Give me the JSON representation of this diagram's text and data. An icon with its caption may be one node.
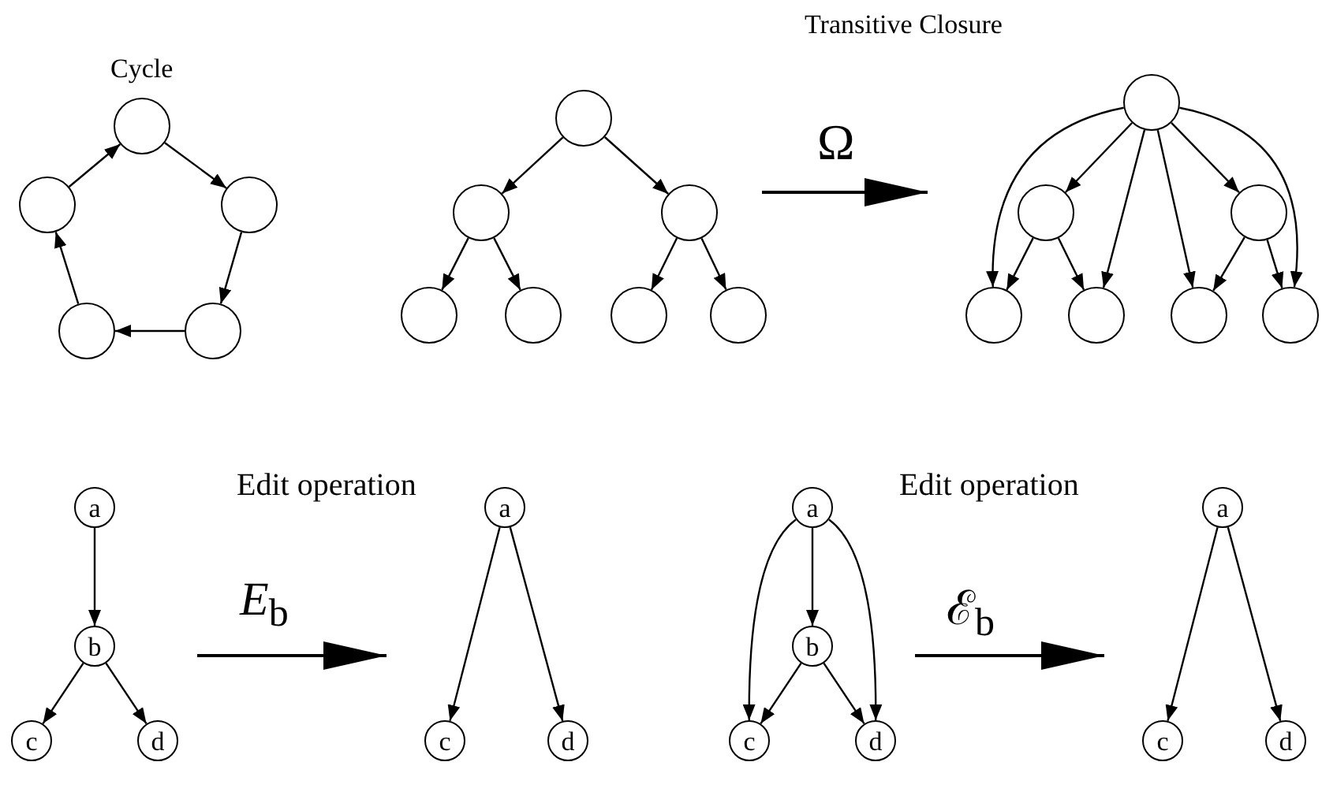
{
  "diagram": {
    "nodes": [
      {
        "text": [],
        "shape": "circle"
      },
      {
        "text": [],
        "shape": "circle"
      },
      {
        "text": [],
        "shape": "circle"
      },
      {
        "text": [],
        "shape": "circle"
      },
      {
        "text": [],
        "shape": "circle"
      },
      {
        "text": [],
        "shape": "circle"
      },
      {
        "text": [],
        "shape": "circle"
      },
      {
        "text": [],
        "shape": "circle"
      },
      {
        "text": [],
        "shape": "circle"
      },
      {
        "text": [],
        "shape": "circle"
      },
      {
        "text": [],
        "shape": "circle"
      },
      {
        "text": [],
        "shape": "circle"
      },
      {
        "text": [],
        "shape": "circle"
      },
      {
        "text": [],
        "shape": "circle"
      },
      {
        "text": [],
        "shape": "circle"
      },
      {
        "text": [],
        "shape": "circle"
      },
      {
        "text": [],
        "shape": "circle"
      },
      {
        "text": [],
        "shape": "circle"
      },
      {
        "text": [],
        "shape": "circle"
      },
      {
        "text": [
          "a"
        ]
      },
      {
        "text": [
          "b"
        ]
      },
      {
        "text": [
          "c"
        ]
      },
      {
        "text": [
          "d"
        ]
      },
      {
        "text": [
          "a"
        ]
      },
      {
        "text": [
          "c"
        ]
      },
      {
        "text": [
          "d"
        ]
      },
      {
        "text": [
          "a"
        ]
      },
      {
        "text": [
          "b"
        ]
      },
      {
        "text": [
          "c"
        ]
      },
      {
        "text": [
          "d"
        ]
      },
      {
        "text": [
          "a"
        ]
      },
      {
        "text": [
          "c"
        ]
      },
      {
        "text": [
          "d"
        ]
      }
    ],
    "edges": [
      {
        "from": 0,
        "to": 1,
        "arrow": "to"
      },
      {
        "from": 1,
        "to": 2,
        "arrow": "to"
      },
      {
        "from": 2,
        "to": 3,
        "arrow": "to"
      },
      {
        "from": 3,
        "to": 4,
        "arrow": "to"
      },
      {
        "from": 4,
        "to": 0,
        "arrow": "to"
      },
      {
        "from": 5,
        "to": 6,
        "arrow": "to"
      },
      {
        "from": 5,
        "to": 7,
        "arrow": "to"
      },
      {
        "from": 6,
        "to": 8,
        "arrow": "to"
      },
      {
        "from": 6,
        "to": 9,
        "arrow": "to"
      },
      {
        "from": 7,
        "to": 10,
        "arrow": "to"
      },
      {
        "from": 7,
        "to": 11,
        "arrow": "to"
      },
      {
        "from": 12,
        "to": 13,
        "arrow": "to"
      },
      {
        "from": 12,
        "to": 14,
        "arrow": "to"
      },
      {
        "from": 13,
        "to": 15,
        "arrow": "to"
      },
      {
        "from": 13,
        "to": 16,
        "arrow": "to"
      },
      {
        "from": 14,
        "to": 17,
        "arrow": "to"
      },
      {
        "from": 14,
        "to": 18,
        "arrow": "to"
      },
      {
        "from": 12,
        "to": 15,
        "arrow": "to"
      },
      {
        "from": 12,
        "to": 16,
        "arrow": "to"
      },
      {
        "from": 12,
        "to": 17,
        "arrow": "to"
      },
      {
        "from": 12,
        "to": 18,
        "arrow": "to"
      },
      {
        "from": 19,
        "to": 20,
        "arrow": "to"
      },
      {
        "from": 20,
        "to": 21,
        "arrow": "to"
      },
      {
        "from": 20,
        "to": 22,
        "arrow": "to"
      },
      {
        "from": 23,
        "to": 24,
        "arrow": "to"
      },
      {
        "from": 23,
        "to": 25,
        "arrow": "to"
      },
      {
        "from": 26,
        "to": 27,
        "arrow": "to"
      },
      {
        "from": 27,
        "to": 28,
        "arrow": "to"
      },
      {
        "from": 27,
        "to": 29,
        "arrow": "to"
      },
      {
        "from": 26,
        "to": 28,
        "arrow": "to"
      },
      {
        "from": 26,
        "to": 29,
        "arrow": "to"
      },
      {
        "from": 30,
        "to": 31,
        "arrow": "to"
      },
      {
        "from": 30,
        "to": 32,
        "arrow": "to"
      }
    ],
    "labels": [
      "Transitive Closure",
      "Cycle",
      "Ω",
      "Edit operation",
      "Edit operation",
      "*E*$_{b}$",
      "ℰ$_{b}$"
    ]
  }
}
